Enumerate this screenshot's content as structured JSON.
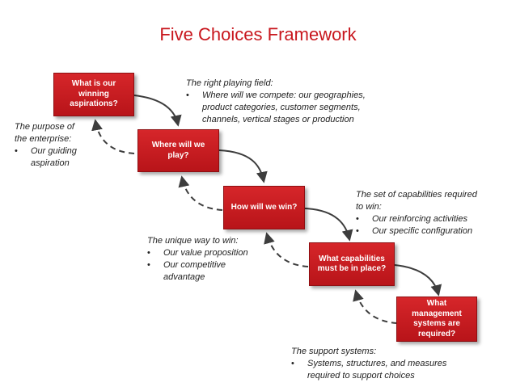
{
  "title": "Five Choices Framework",
  "colors": {
    "title": "#c8161d",
    "box_fill": "#c91b20",
    "connector": "#3d3d3d"
  },
  "boxes": [
    {
      "label": "What is our\nwinning\naspirations?"
    },
    {
      "label": "Where will we\nplay?"
    },
    {
      "label": "How will we win?"
    },
    {
      "label": "What capabilities\nmust be in place?"
    },
    {
      "label": "What management\nsystems are\nrequired?"
    }
  ],
  "notes": {
    "aspiration": {
      "heading": "The purpose of\nthe enterprise:",
      "bullets": [
        "Our guiding\naspiration"
      ]
    },
    "playing_field": {
      "heading": "The right playing field:",
      "bullets": [
        "Where will we compete: our geographies,\nproduct categories, customer segments,\nchannels, vertical stages or production"
      ]
    },
    "capabilities": {
      "heading": "The set of capabilities required\nto win:",
      "bullets": [
        "Our reinforcing activities",
        "Our specific configuration"
      ]
    },
    "unique_way": {
      "heading": "The unique way  to win:",
      "bullets": [
        "Our value proposition",
        "Our competitive\nadvantage"
      ]
    },
    "support": {
      "heading": "The support systems:",
      "bullets": [
        "Systems, structures, and measures\nrequired to support choices"
      ]
    }
  }
}
